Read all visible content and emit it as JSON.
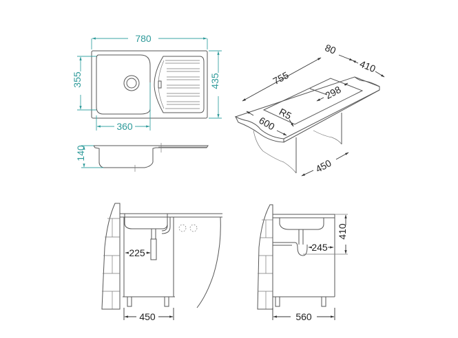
{
  "colors": {
    "dimension_color": "#2e9a9a",
    "line_color": "#555555",
    "label_color": "#222222"
  },
  "top_view": {
    "width_label": "780",
    "depth_label": "435",
    "bowl_depth_label": "355",
    "bowl_width_label": "360"
  },
  "side_view": {
    "bowl_height_label": "140"
  },
  "iso_view": {
    "length_label": "755",
    "offset_label": "80",
    "cutout_depth_label": "410",
    "bowl_label": "298",
    "radius_label": "R5",
    "counter_depth_label": "600",
    "cabinet_label": "450"
  },
  "front_install": {
    "drain_offset_label": "225",
    "cabinet_width_label": "450"
  },
  "side_install": {
    "trap_offset_label": "245",
    "height_label": "410",
    "cabinet_depth_label": "560"
  }
}
